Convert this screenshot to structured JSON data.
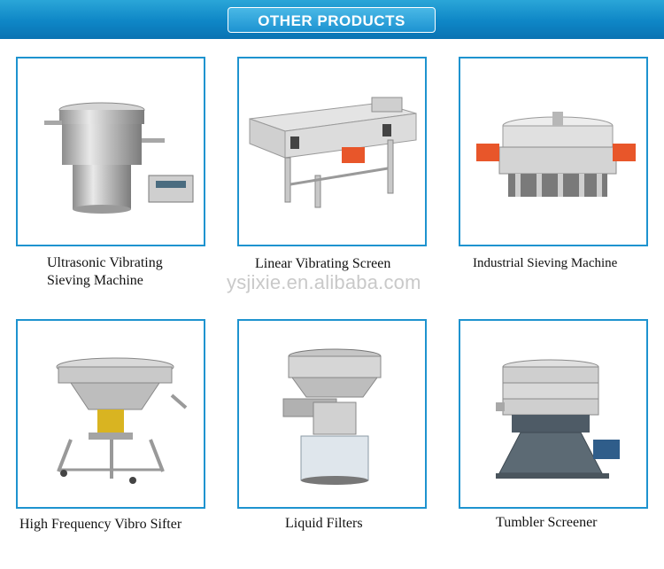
{
  "header": {
    "title": "OTHER PRODUCTS"
  },
  "watermark": "ysjixie.en.alibaba.com",
  "products": [
    {
      "name_line1": "Ultrasonic Vibrating",
      "name_line2": "Sieving Machine"
    },
    {
      "name": "Linear Vibrating Screen"
    },
    {
      "name": "Industrial Sieving Machine"
    },
    {
      "name": "High Frequency Vibro Sifter"
    },
    {
      "name": "Liquid Filters"
    },
    {
      "name": "Tumbler Screener"
    }
  ],
  "colors": {
    "banner_blue": "#0e86c6",
    "card_border": "#1e93cf",
    "motor_orange": "#e8562a",
    "motor_yellow": "#d9b421"
  }
}
